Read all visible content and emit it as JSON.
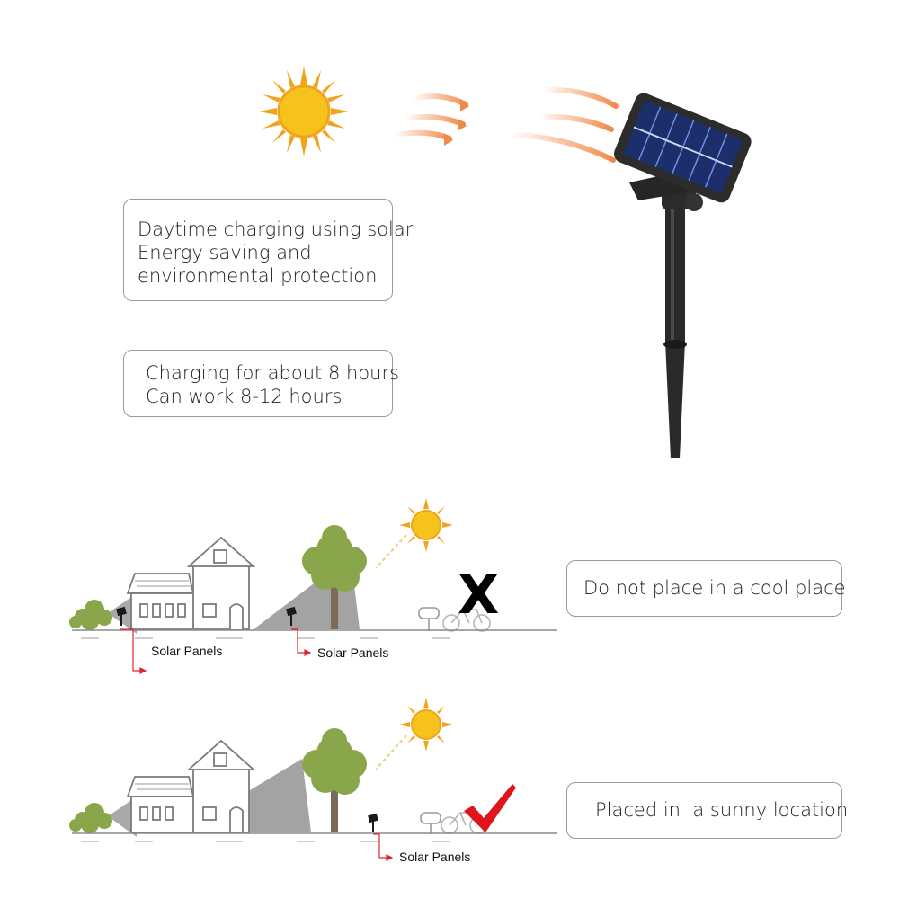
{
  "top_section": {
    "feature_box_1": {
      "lines": [
        "Daytime charging using solar",
        "Energy saving and",
        "environmental protection"
      ]
    },
    "feature_box_2": {
      "lines": [
        "Charging for about 8 hours",
        "Can work 8-12 hours"
      ]
    }
  },
  "scene_bad": {
    "verdict_symbol": "X",
    "label": "Do not place in a cool place",
    "panel_labels": [
      "Solar Panels",
      "Solar Panels"
    ]
  },
  "scene_good": {
    "verdict_symbol": "check-mark",
    "label": "Placed in  a sunny location",
    "panel_labels": [
      "Solar Panels"
    ]
  },
  "colors": {
    "sun": "#f6c21c",
    "sun_rays": "#f2a31c",
    "arrows": "#f08a4b",
    "shadow": "#8c8c8c",
    "callout_red": "#e0262b",
    "check_red": "#e0141b",
    "tree": "#8aa64a"
  },
  "icons": [
    "sun-icon",
    "solar-light-product",
    "house-icon",
    "tree-icon",
    "mailbox-icon",
    "bicycle-icon",
    "cross-mark-icon",
    "check-mark-icon"
  ]
}
